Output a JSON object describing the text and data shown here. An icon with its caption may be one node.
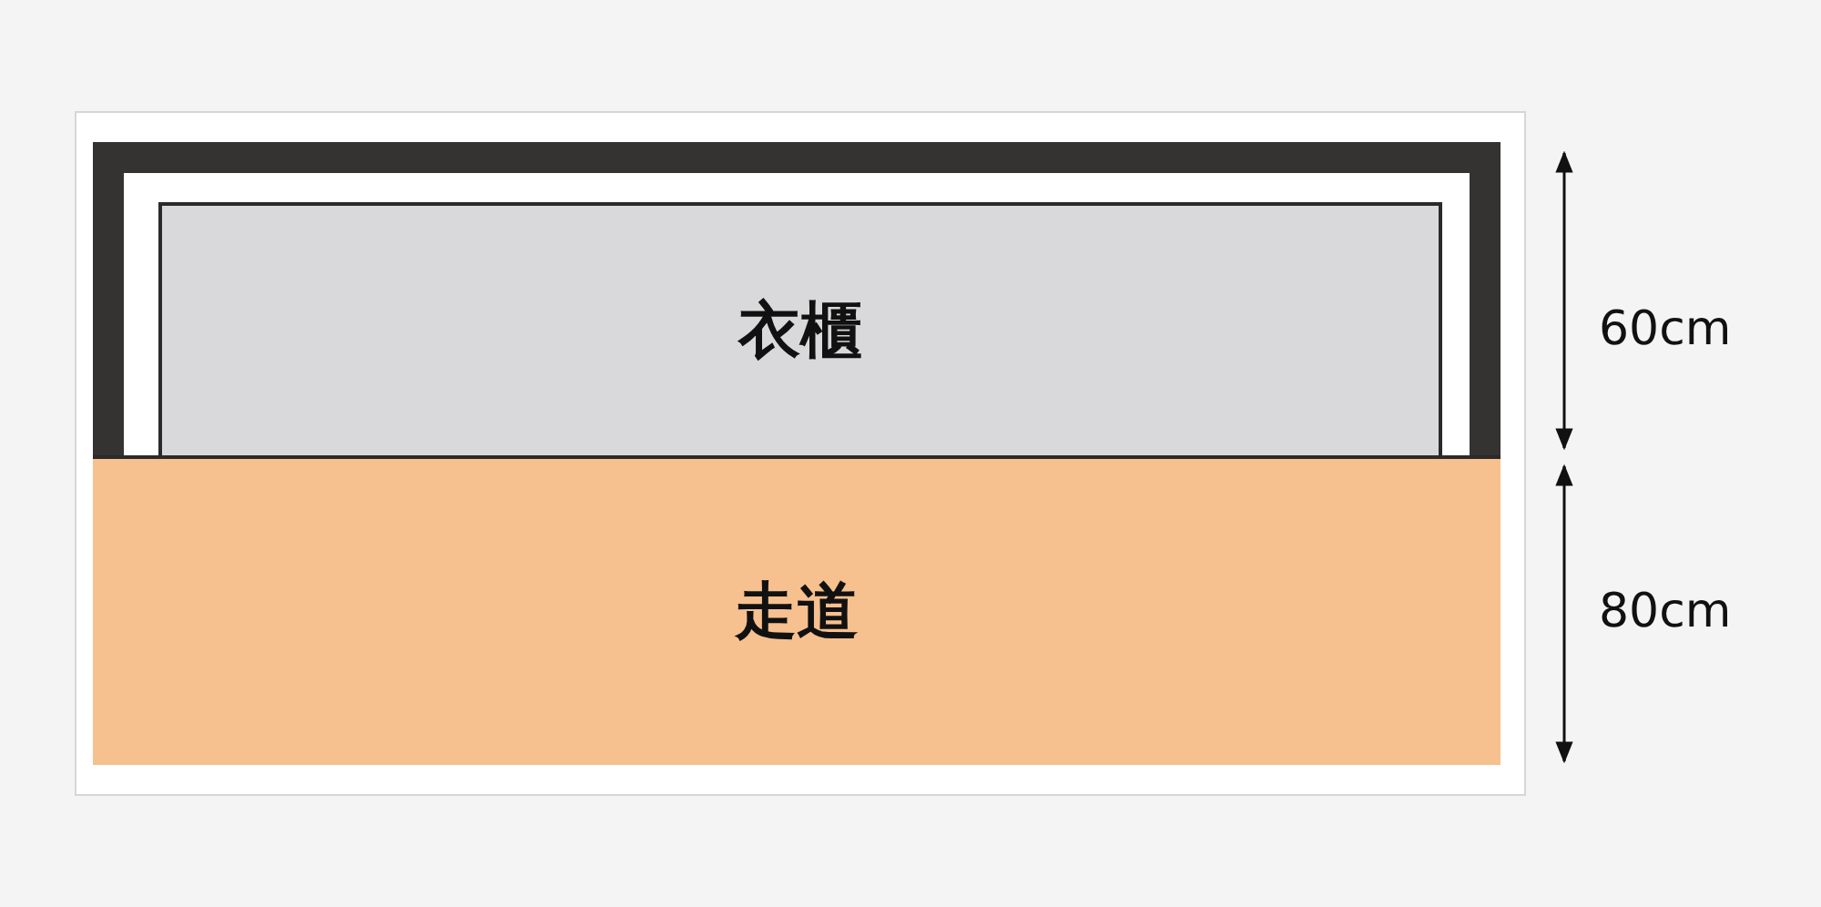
{
  "diagram": {
    "nodes": [
      {
        "text": [
          "衣櫃"
        ]
      },
      {
        "text": [
          "走道"
        ]
      }
    ],
    "labels": [
      "60cm",
      "80cm"
    ]
  }
}
